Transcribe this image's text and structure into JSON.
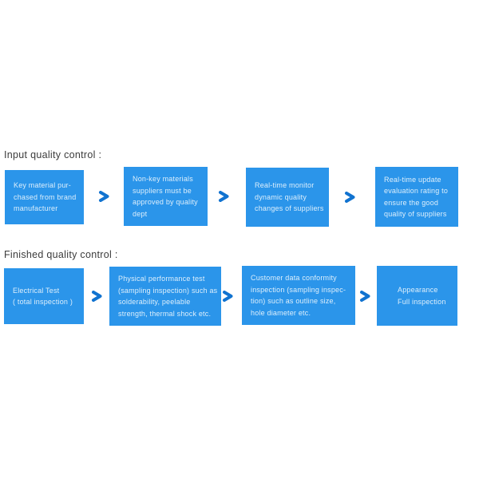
{
  "colors": {
    "page_bg": "#ffffff",
    "box_blue": "#2B95EA",
    "arrow_blue": "#1173D0",
    "box_text": "#DDEFFC",
    "label_text": "#3B3B3B"
  },
  "sections": [
    {
      "label": "Input quality control :",
      "steps": [
        {
          "text": "Key material pur-\nchased from brand\nmanufacturer"
        },
        {
          "text": "Non-key materials\nsuppliers must be\napproved by quality\ndept"
        },
        {
          "text": "Real-time monitor\ndynamic quality\nchanges of suppliers"
        },
        {
          "text": "Real-time update\nevaluation rating to\nensure the good\nquality of  suppliers"
        }
      ]
    },
    {
      "label": "Finished quality control :",
      "steps": [
        {
          "text": "Electrical Test\n( total inspection )"
        },
        {
          "text": "Physical performance test\n(sampling inspection) such as\nsolderability, peelable\nstrength, thermal shock etc."
        },
        {
          "text": "Customer data conformity\ninspection (sampling inspec-\ntion) such as outline size,\nhole diameter etc."
        },
        {
          "text": "Appearance\nFull inspection"
        }
      ]
    }
  ]
}
